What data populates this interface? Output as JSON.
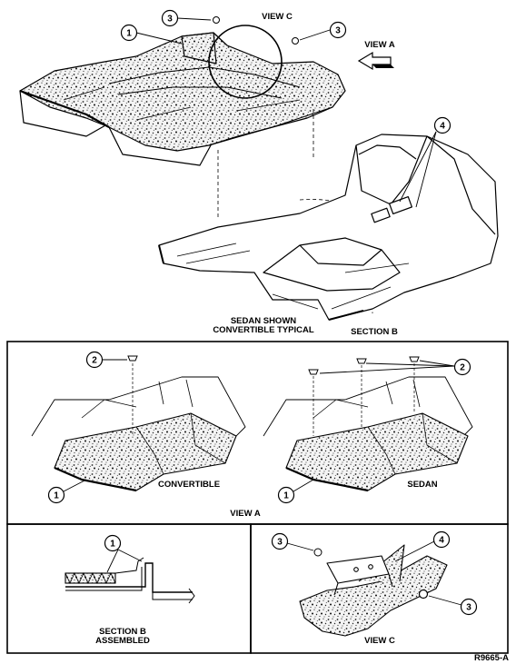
{
  "callouts": {
    "c1": "1",
    "c2": "2",
    "c3": "3",
    "c4": "4"
  },
  "labels": {
    "view_c_top": "VIEW C",
    "view_a_top": "VIEW A",
    "sedan_shown_line1": "SEDAN SHOWN",
    "sedan_shown_line2": "CONVERTIBLE TYPICAL",
    "section_b_top": "SECTION B",
    "convertible": "CONVERTIBLE",
    "sedan": "SEDAN",
    "view_a_caption": "VIEW A",
    "section_b_line1": "SECTION B",
    "section_b_line2": "ASSEMBLED",
    "view_c_caption": "VIEW C",
    "figure_id": "R9665-A"
  }
}
